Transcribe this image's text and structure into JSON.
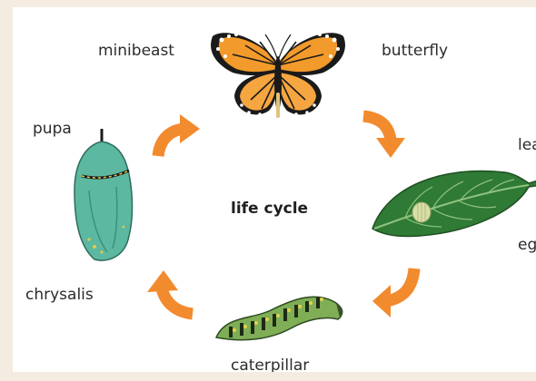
{
  "title": "life cycle",
  "labels": {
    "minibeast": "minibeast",
    "butterfly": "butterfly",
    "leaf": "leaf",
    "egg": "egg",
    "pupa": "pupa",
    "chrysalis": "chrysalis",
    "caterpillar": "caterpillar"
  },
  "colors": {
    "arrow": "#f28a2e",
    "leaf": "#2f7a35",
    "chrysalis": "#5cb8a0",
    "wing_orange": "#f29a2b",
    "wing_black": "#1a1a1a",
    "caterpillar": "#7fae56"
  },
  "icons": [
    "butterfly-icon",
    "leaf-with-egg-icon",
    "caterpillar-icon",
    "chrysalis-icon",
    "cycle-arrow-icon"
  ]
}
